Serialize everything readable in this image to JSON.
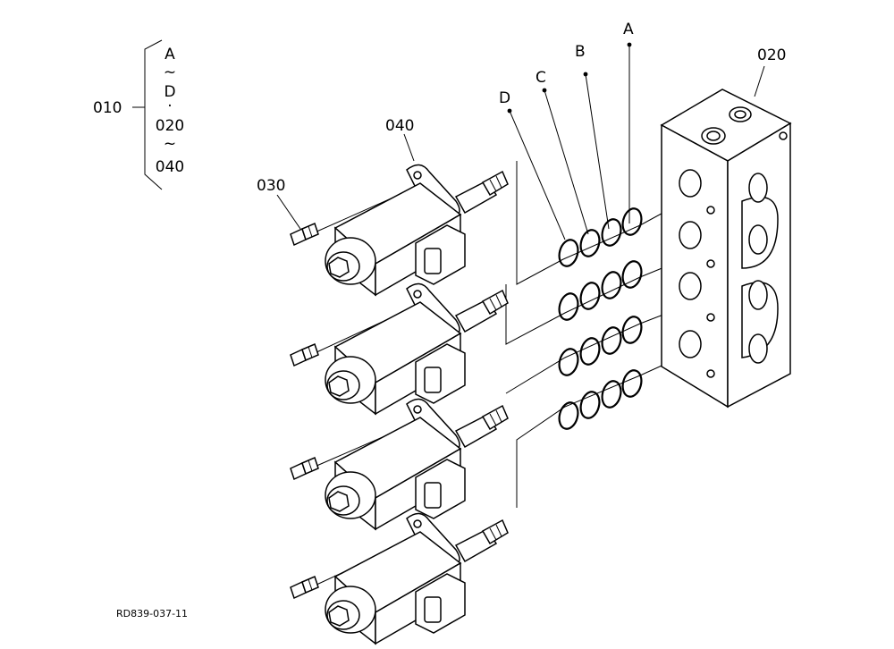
{
  "figure_code": "RD839-037-11",
  "group_label": "010",
  "group_range": [
    "A",
    "~",
    "D",
    "·",
    "020",
    "~",
    "040"
  ],
  "part_labels": {
    "block": "020",
    "bolt": "030",
    "solenoid": "040"
  },
  "seal_labels": [
    "D",
    "C",
    "B",
    "A"
  ]
}
